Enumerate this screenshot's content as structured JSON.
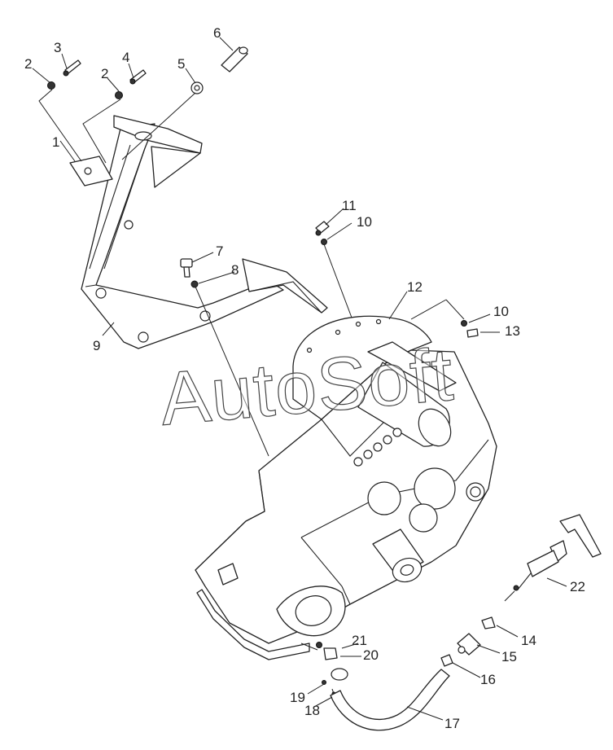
{
  "watermark": "AutoSoft",
  "callouts": [
    {
      "id": "c1",
      "text": "1"
    },
    {
      "id": "c2a",
      "text": "2"
    },
    {
      "id": "c2b",
      "text": "2"
    },
    {
      "id": "c3",
      "text": "3"
    },
    {
      "id": "c4",
      "text": "4"
    },
    {
      "id": "c5",
      "text": "5"
    },
    {
      "id": "c6",
      "text": "6"
    },
    {
      "id": "c7",
      "text": "7"
    },
    {
      "id": "c8",
      "text": "8"
    },
    {
      "id": "c9",
      "text": "9"
    },
    {
      "id": "c10a",
      "text": "10"
    },
    {
      "id": "c10b",
      "text": "10"
    },
    {
      "id": "c11",
      "text": "11"
    },
    {
      "id": "c12",
      "text": "12"
    },
    {
      "id": "c13",
      "text": "13"
    },
    {
      "id": "c14",
      "text": "14"
    },
    {
      "id": "c15",
      "text": "15"
    },
    {
      "id": "c16",
      "text": "16"
    },
    {
      "id": "c17",
      "text": "17"
    },
    {
      "id": "c18",
      "text": "18"
    },
    {
      "id": "c19",
      "text": "19"
    },
    {
      "id": "c20",
      "text": "20"
    },
    {
      "id": "c21",
      "text": "21"
    },
    {
      "id": "c22",
      "text": "22"
    }
  ]
}
